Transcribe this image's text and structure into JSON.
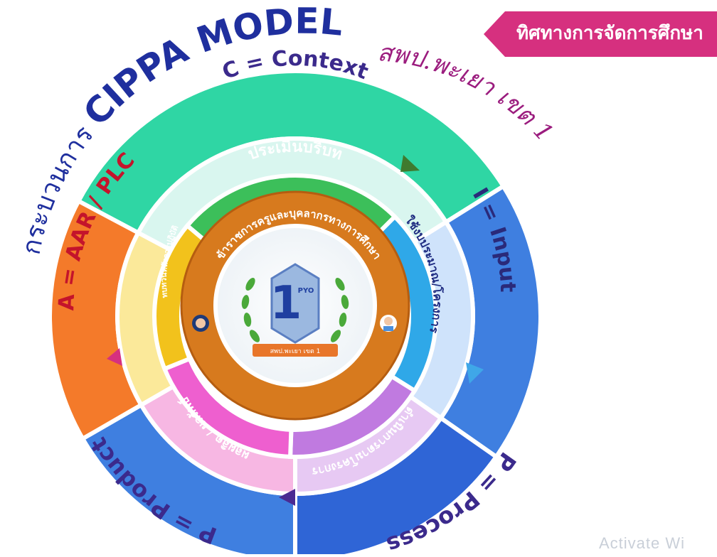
{
  "header": {
    "title_prefix": "กระบวนการ ",
    "title_model": "CIPPA MODEL",
    "subtitle": "สพป.พะเยา เขต 1",
    "badge": "ทิศทางการจัดการศึกษา"
  },
  "outer_ring": {
    "context": "C = Context",
    "input": "I = Input",
    "process": "P = Process",
    "product": "P = Product",
    "aar": "A = AAR / PLC"
  },
  "middle_ring": {
    "top": "ประเมินบริบท",
    "right": "ใช้งบประมาณ/โครงการ",
    "bottom_right": "ดำเนินการตามโครงการ",
    "bottom_left": "ผลผลิต / ผลลัพธ์",
    "left": "ทบทวนหลังการปฏิบัติ"
  },
  "center": {
    "ring_text": "ข้าราชการครูและบุคลากรทางการศึกษา",
    "trophy_number": "1",
    "trophy_letters": "PYO",
    "ribbon": "สพป.พะเยา เขต 1"
  },
  "watermark": "Activate Wi",
  "colors": {
    "title": "#1f2f9e",
    "subtitle": "#9b1c7e",
    "context": "#2fd6a4",
    "input": "#3f7fe0",
    "process": "#2f65d6",
    "product": "#3f7fe0",
    "aar": "#f47a2a",
    "badge": "#d6307f",
    "center_ring": "#d77a1e"
  }
}
